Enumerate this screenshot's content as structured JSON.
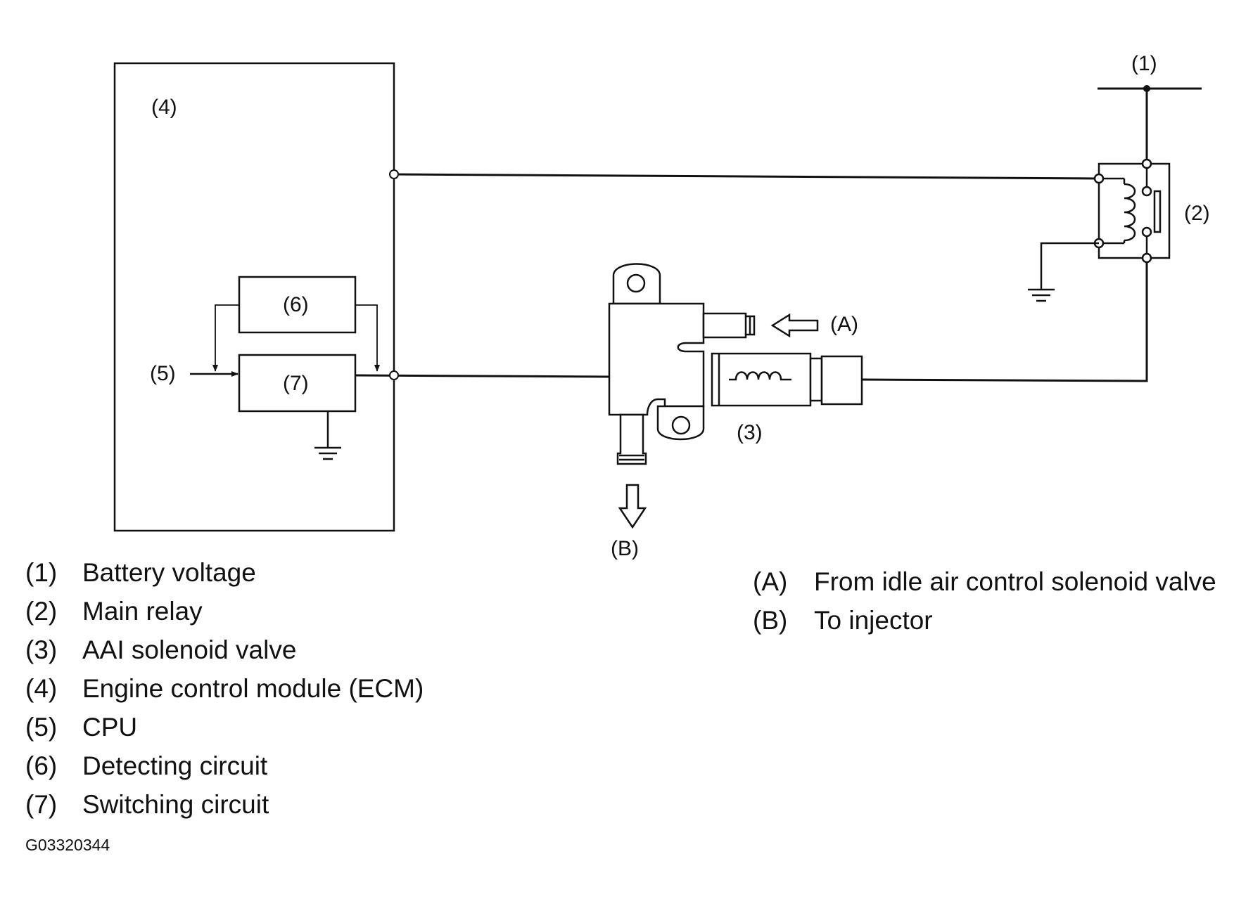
{
  "callouts": {
    "c1": "(1)",
    "c2": "(2)",
    "c3": "(3)",
    "c4": "(4)",
    "c5": "(5)",
    "c6": "(6)",
    "c7": "(7)",
    "cA": "(A)",
    "cB": "(B)"
  },
  "legend_components": [
    {
      "num": "(1)",
      "label": "Battery voltage"
    },
    {
      "num": "(2)",
      "label": "Main relay"
    },
    {
      "num": "(3)",
      "label": "AAI solenoid valve"
    },
    {
      "num": "(4)",
      "label": "Engine control module (ECM)"
    },
    {
      "num": "(5)",
      "label": "CPU"
    },
    {
      "num": "(6)",
      "label": "Detecting circuit"
    },
    {
      "num": "(7)",
      "label": "Switching circuit"
    }
  ],
  "legend_flows": [
    {
      "num": "(A)",
      "label": "From idle air control solenoid valve"
    },
    {
      "num": "(B)",
      "label": "To injector"
    }
  ],
  "figure_code": "G03320344"
}
